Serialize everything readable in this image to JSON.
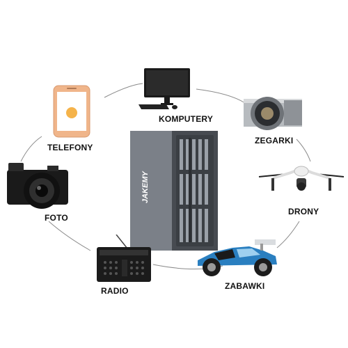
{
  "brand": "JAKEMY",
  "categories": [
    {
      "id": "komputery",
      "label": "KOMPUTERY",
      "icon": "computer-monitor-icon"
    },
    {
      "id": "zegarki",
      "label": "ZEGARKI",
      "icon": "wristwatch-icon"
    },
    {
      "id": "drony",
      "label": "DRONY",
      "icon": "drone-icon"
    },
    {
      "id": "zabawki",
      "label": "ZABAWKI",
      "icon": "rc-car-icon"
    },
    {
      "id": "radio",
      "label": "RADIO",
      "icon": "radio-icon"
    },
    {
      "id": "foto",
      "label": "FOTO",
      "icon": "camera-icon"
    },
    {
      "id": "telefony",
      "label": "TELEFONY",
      "icon": "smartphone-icon"
    }
  ],
  "colors": {
    "case": "#6c7178",
    "case_dark": "#474b51",
    "ring": "#8a8a8a",
    "phone_gold": "#f0b58a",
    "car_blue": "#2a7fc0"
  }
}
